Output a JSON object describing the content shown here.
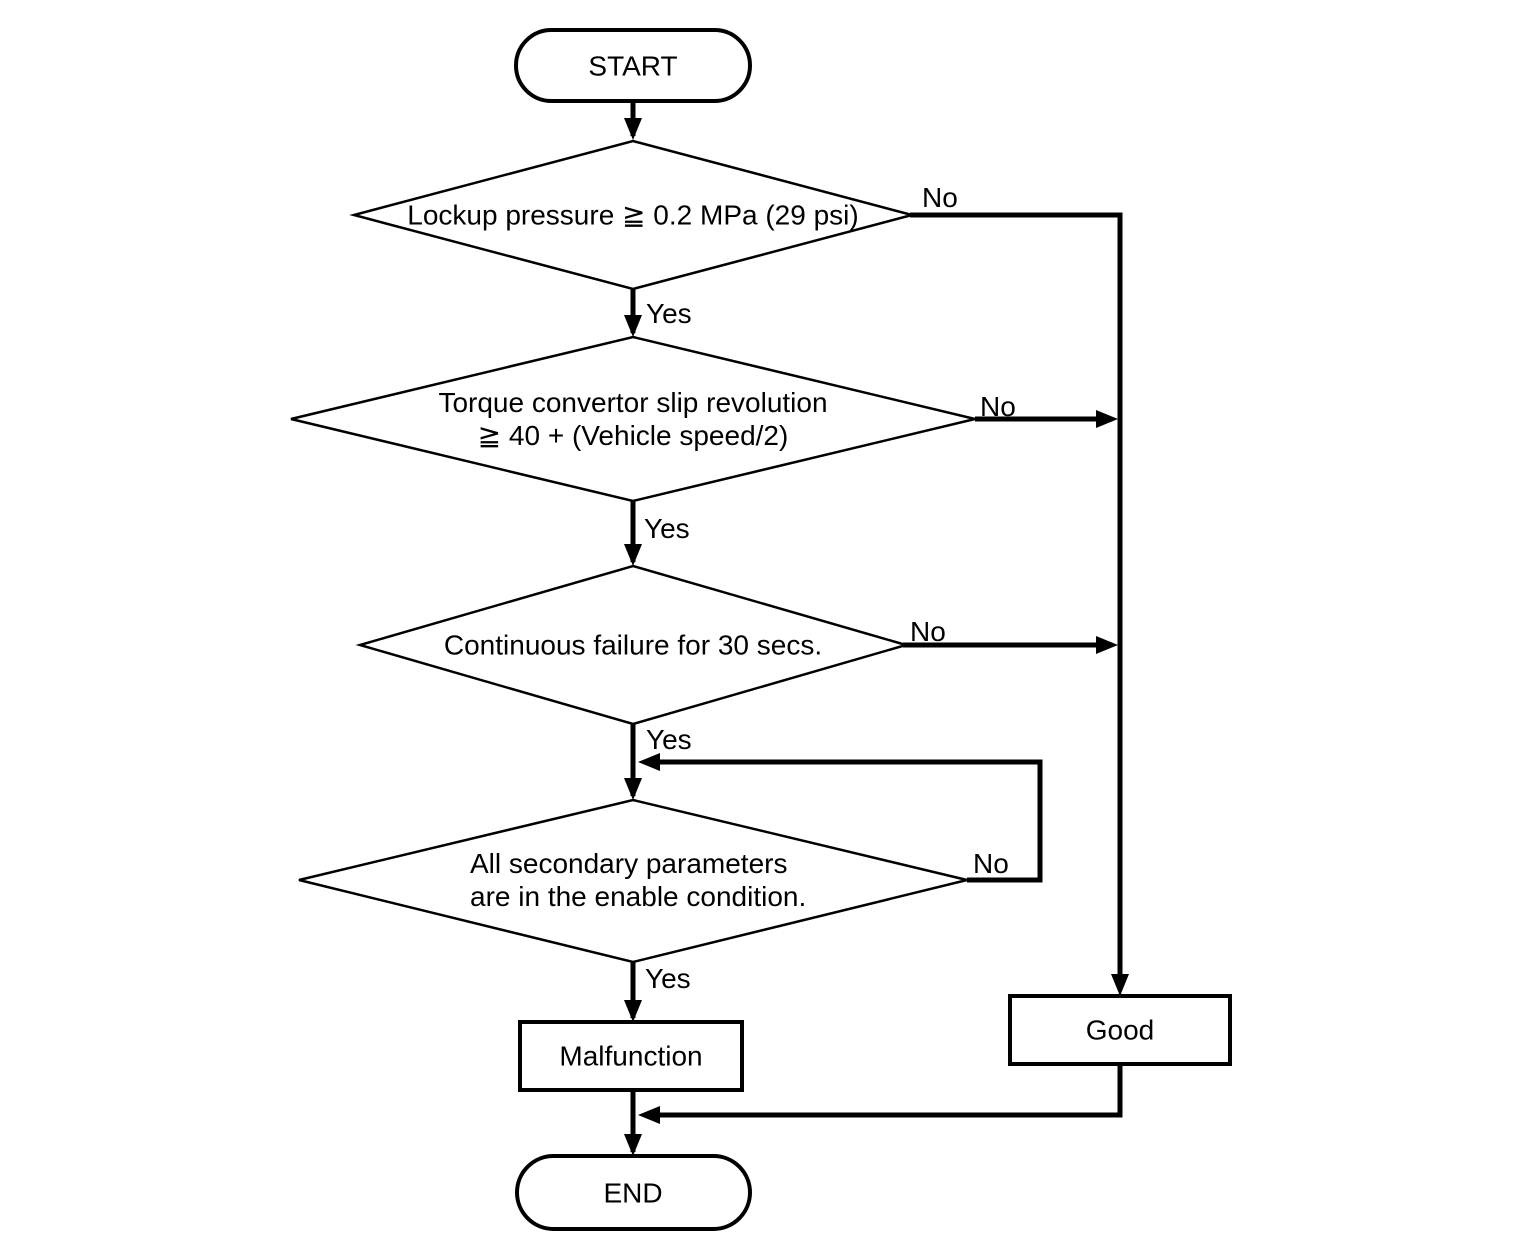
{
  "flowchart": {
    "nodes": {
      "start": {
        "label": "START"
      },
      "decision1": {
        "label": "Lockup pressure ≧ 0.2 MPa (29 psi)"
      },
      "decision2": {
        "line1": "Torque convertor slip revolution",
        "line2": "≧ 40 + (Vehicle speed/2)"
      },
      "decision3": {
        "label": "Continuous failure for 30 secs."
      },
      "decision4": {
        "line1": "All secondary parameters",
        "line2": "are in the enable condition."
      },
      "malfunction": {
        "label": "Malfunction"
      },
      "good": {
        "label": "Good"
      },
      "end": {
        "label": "END"
      }
    },
    "edge_labels": {
      "decision1_yes": "Yes",
      "decision1_no": "No",
      "decision2_yes": "Yes",
      "decision2_no": "No",
      "decision3_yes": "Yes",
      "decision3_no": "No",
      "decision4_yes": "Yes",
      "decision4_no": "No"
    },
    "colors": {
      "line": "#000000",
      "background": "#ffffff",
      "text": "#000000"
    }
  }
}
